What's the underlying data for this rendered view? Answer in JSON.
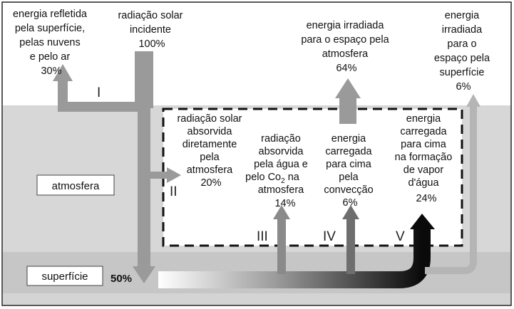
{
  "labels": {
    "reflected": [
      "energia refletida",
      "pela superfície,",
      "pelas nuvens",
      "e pelo ar",
      "30%"
    ],
    "incident": [
      "radiação solar",
      "incidente",
      "100%"
    ],
    "atm_radiated": [
      "energia irradiada",
      "para o espaço pela",
      "atmosfera",
      "64%"
    ],
    "surf_radiated": [
      "energia",
      "irradiada",
      "para o",
      "espaço pela",
      "superfície",
      "6%"
    ],
    "absorbed_direct": [
      "radiação solar",
      "absorvida",
      "diretamente",
      "pela",
      "atmosfera",
      "20%"
    ],
    "absorbed_water": [
      "radiação",
      "absorvida",
      "pela água e",
      "pelo Co",
      "atmosfera",
      "14%"
    ],
    "absorbed_water_sub": "2",
    "absorbed_water_na": " na",
    "convection": [
      "energia",
      "carregada",
      "para cima",
      "pela",
      "convecção",
      "6%"
    ],
    "vapor": [
      "energia",
      "carregada",
      "para cima",
      "na formação",
      "de vapor",
      "d'água",
      "24%"
    ],
    "atmosfera_box": "atmosfera",
    "superficie_box": "superfície",
    "surface_pct": "50%"
  },
  "roman": {
    "I": "I",
    "II": "II",
    "III": "III",
    "IV": "IV",
    "V": "V"
  },
  "colors": {
    "atmosphere_band": "#d7d7d7",
    "surface_band": "#c6c6c6",
    "arrow_gray": "#9a9a9a",
    "arrow_light": "#b5b5b5",
    "arrow_dark": "#111111"
  }
}
